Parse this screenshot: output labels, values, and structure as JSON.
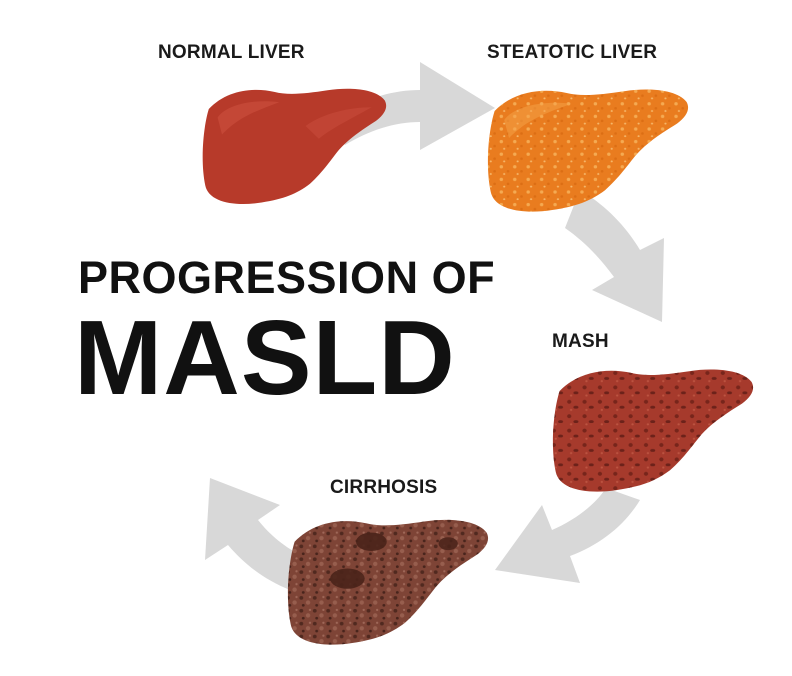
{
  "title": {
    "line1": "PROGRESSION OF",
    "line2": "MASLD"
  },
  "stages": [
    {
      "label": "NORMAL LIVER",
      "color": "#b73a2a",
      "icon": "normal-liver-icon"
    },
    {
      "label": "STEATOTIC LIVER",
      "color": "#e97c1f",
      "icon": "steatotic-liver-icon"
    },
    {
      "label": "MASH",
      "color": "#a63a2c",
      "icon": "mash-liver-icon"
    },
    {
      "label": "CIRRHOSIS",
      "color": "#7e4436",
      "icon": "cirrhosis-liver-icon"
    }
  ],
  "colors": {
    "arrow": "#d8d8d8",
    "text": "#111111",
    "background": "#ffffff"
  }
}
